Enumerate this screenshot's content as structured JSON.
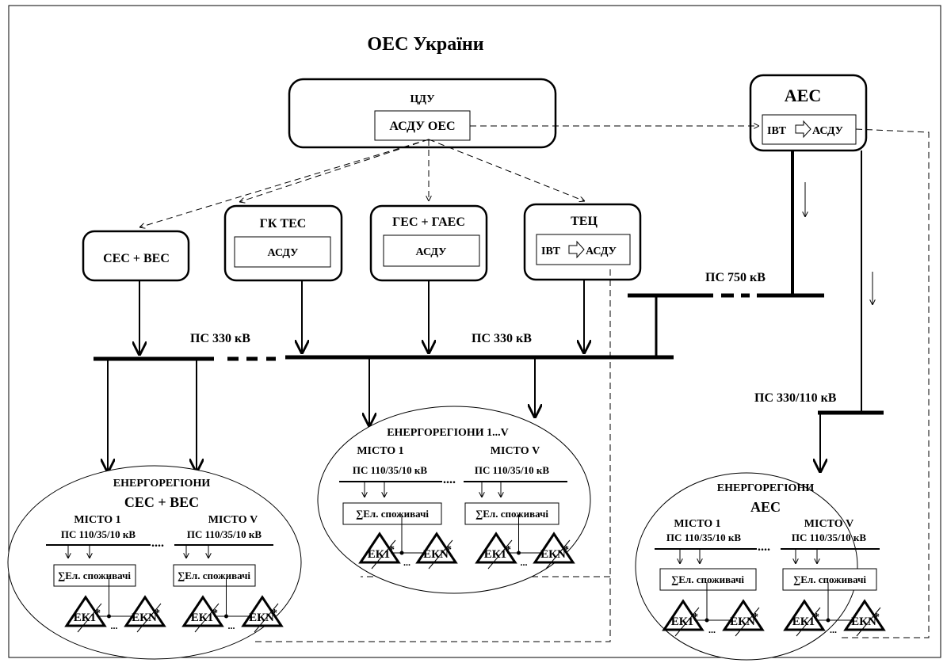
{
  "title": "ОЕС України",
  "cdu": {
    "label": "ЦДУ",
    "sub": "АСДУ ОЕС"
  },
  "aes": {
    "label": "АЕС",
    "ibt": "ІВТ",
    "asdu": "АСДУ"
  },
  "ses_ves": "СЕС + ВЕС",
  "gk_tes": {
    "label": "ГК ТЕС",
    "sub": "АСДУ"
  },
  "ges_gaes": {
    "label": "ГЕС + ГАЕС",
    "sub": "АСДУ"
  },
  "tec": {
    "label": "ТЕЦ",
    "ibt": "ІВТ",
    "asdu": "АСДУ"
  },
  "bus_750": "ПС 750 кВ",
  "bus_330_left": "ПС 330 кВ",
  "bus_330_right": "ПС 330 кВ",
  "bus_330_110": "ПС 330/110 кВ",
  "dots": "....",
  "region_ses": {
    "title1": "ЕНЕРГОРЕГІОНИ",
    "title2": "СЕС + ВЕС",
    "city1": "МІСТО 1",
    "cityv": "МІСТО V",
    "ps": "ПС 110/35/10 кВ",
    "consumers": "∑Ел. споживачі",
    "ek1": "ЕК1",
    "ekn": "ЕКN"
  },
  "region_mid": {
    "title1": "ЕНЕРГОРЕГІОНИ  1...V",
    "city1": "МІСТО 1",
    "cityv": "МІСТО V",
    "ps": "ПС 110/35/10 кВ",
    "consumers": "∑Ел. споживачі",
    "ek1": "ЕК1",
    "ekn": "ЕКN"
  },
  "region_aes": {
    "title1": "ЕНЕРГОРЕГІОНИ",
    "title2": "АЕС",
    "city1": "МІСТО 1",
    "cityv": "МІСТО V",
    "ps": "ПС 110/35/10 кВ",
    "consumers": "∑Ел. споживачі",
    "ek1": "ЕК1",
    "ekn": "ЕКN"
  }
}
